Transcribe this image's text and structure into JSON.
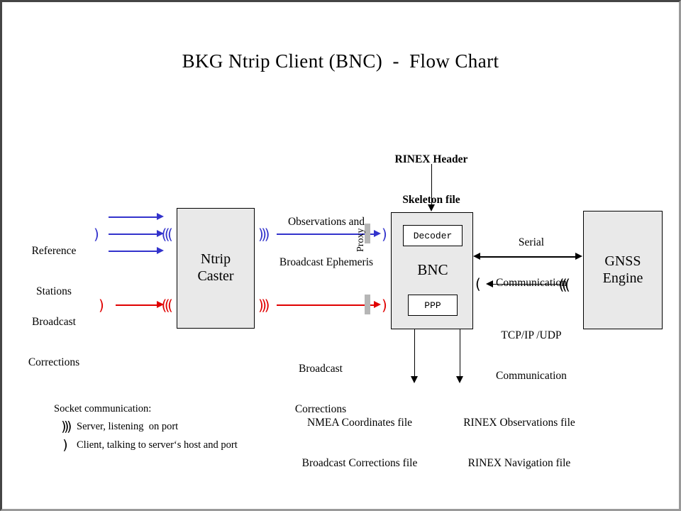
{
  "title": "BKG Ntrip Client (BNC)  -  Flow Chart",
  "colors": {
    "blue_stream": "#3333cc",
    "red_stream": "#e00000",
    "box_fill": "#e9e9e9",
    "proxy_bar": "#b6b6b6",
    "frame_dark": "#454545",
    "frame_light": "#9a9a9a"
  },
  "nodes": {
    "ntrip_caster": {
      "line1": "Ntrip",
      "line2": "Caster"
    },
    "bnc": {
      "label": "BNC",
      "decoder": "Decoder",
      "ppp": "PPP"
    },
    "gnss_engine": {
      "line1": "GNSS",
      "line2": "Engine"
    }
  },
  "labels": {
    "reference_stations": {
      "line1": "Reference",
      "line2": "Stations"
    },
    "broadcast_corrections_src": {
      "line1": "Broadcast",
      "line2": "Corrections"
    },
    "observations_ephemeris": {
      "line1": "Observations and",
      "line2": "Broadcast Ephemeris"
    },
    "broadcast_corrections_stream": {
      "line1": "Broadcast",
      "line2": "Corrections"
    },
    "rinex_header_skeleton": {
      "line1": "RINEX Header",
      "line2": "Skeleton file"
    },
    "serial_communication": {
      "line1": "Serial",
      "line2": "Communication"
    },
    "tcpip_communication": {
      "line1": "TCP/IP /UDP",
      "line2": "Communication"
    },
    "proxy": "Proxy",
    "output_left": {
      "line1": "NMEA Coordinates file",
      "line2": "Broadcast Corrections file"
    },
    "output_right": {
      "line1": "RINEX Observations file",
      "line2": "RINEX Navigation file"
    }
  },
  "legend": {
    "title": "Socket communication:",
    "server": {
      "glyph": "server-antenna-icon",
      "symbol": ")))",
      "text": "Server, listening  on port"
    },
    "client": {
      "glyph": "client-socket-icon",
      "symbol": ")",
      "text": "Client, talking to server‘s host and port"
    }
  },
  "glyphs": {
    "server_symbol": ")))",
    "server_symbol_reversed": "(((",
    "client_symbol": ")",
    "client_symbol_reversed": "("
  }
}
